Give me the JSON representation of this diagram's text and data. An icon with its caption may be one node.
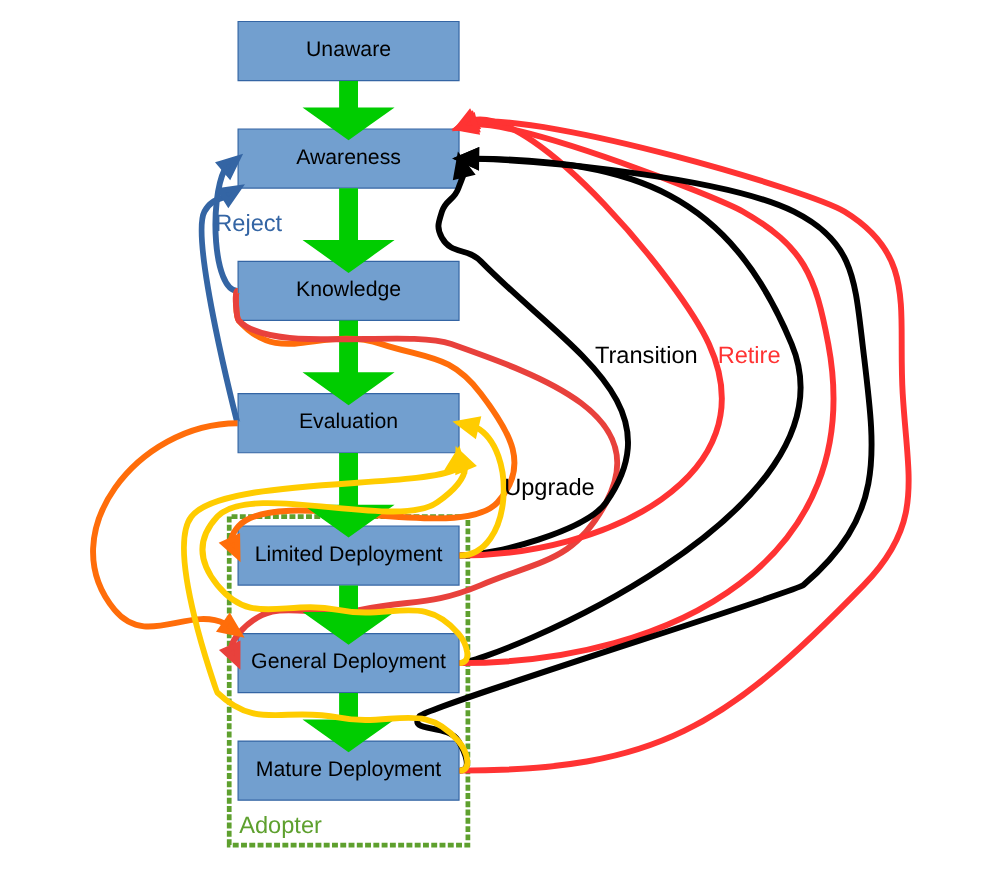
{
  "diagram": {
    "nodes": [
      {
        "text": [
          "Unaware"
        ]
      },
      {
        "text": [
          "Awareness"
        ]
      },
      {
        "text": [
          "Knowledge"
        ]
      },
      {
        "text": [
          "Evaluation"
        ]
      },
      {
        "text": [
          "Adopter"
        ]
      },
      {
        "text": [
          "Limited Deployment"
        ],
        "in": 4
      },
      {
        "text": [
          "General Deployment"
        ],
        "in": 4
      },
      {
        "text": [
          "Mature Deployment"
        ],
        "in": 4
      }
    ],
    "edges": [
      {
        "from": 0,
        "to": 1,
        "arrow": "to",
        "style": "thick",
        "color": "#00cc00"
      },
      {
        "from": 1,
        "to": 2,
        "arrow": "to",
        "style": "thick",
        "color": "#00cc00"
      },
      {
        "from": 2,
        "to": 3,
        "arrow": "to",
        "style": "thick",
        "color": "#00cc00"
      },
      {
        "from": 3,
        "to": 5,
        "arrow": "to",
        "style": "thick",
        "color": "#00cc00"
      },
      {
        "from": 5,
        "to": 6,
        "arrow": "to",
        "style": "thick",
        "color": "#00cc00"
      },
      {
        "from": 6,
        "to": 7,
        "arrow": "to",
        "style": "thick",
        "color": "#00cc00"
      },
      {
        "from": 2,
        "to": 1,
        "arrow": "to",
        "color": "#3465a4",
        "label": "Reject"
      },
      {
        "from": 3,
        "to": 1,
        "arrow": "to",
        "color": "#3465a4"
      },
      {
        "from": 2,
        "to": 5,
        "arrow": "to",
        "color": "#ff6d0a"
      },
      {
        "from": 2,
        "to": 6,
        "arrow": "to",
        "color": "#e8413c"
      },
      {
        "from": 3,
        "to": 6,
        "arrow": "to",
        "color": "#ff6d0a"
      },
      {
        "from": 5,
        "to": 3,
        "arrow": "to",
        "color": "#ffcc00",
        "label": "Upgrade"
      },
      {
        "from": 6,
        "to": 3,
        "arrow": "to",
        "color": "#ffcc00"
      },
      {
        "from": 7,
        "to": 3,
        "arrow": "to",
        "color": "#ffcc00"
      },
      {
        "from": 5,
        "to": 1,
        "arrow": "to",
        "color": "#000000",
        "label": "Transition"
      },
      {
        "from": 6,
        "to": 1,
        "arrow": "to",
        "color": "#000000"
      },
      {
        "from": 7,
        "to": 1,
        "arrow": "to",
        "color": "#000000"
      },
      {
        "from": 5,
        "to": 1,
        "arrow": "to",
        "color": "#ff3333",
        "label": "Retire"
      },
      {
        "from": 6,
        "to": 1,
        "arrow": "to",
        "color": "#ff3333"
      },
      {
        "from": 7,
        "to": 1,
        "arrow": "to",
        "color": "#ff3333"
      }
    ]
  }
}
